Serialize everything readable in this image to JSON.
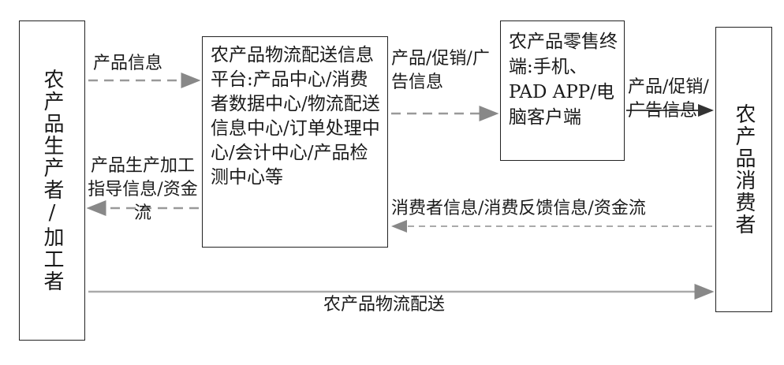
{
  "nodes": {
    "producer": "农产品生产者/加工者",
    "consumer": "农产品消费者",
    "platform": "农产品物流配送信息平台:产品中心/消费者数据中心/物流配送信息中心/订单处理中心/会计中心/产品检测中心等",
    "terminal": "农产品零售终端:手机、PAD APP/电脑客户端"
  },
  "edges": {
    "product_info": "产品信息",
    "production_guidance": "产品生产加工指导信息/资金流",
    "promo_info_to_terminal": "产品/促销/广告信息",
    "promo_info_to_consumer": "产品/促销/广告信息",
    "consumer_feedback": "消费者信息/消费反馈信息/资金流",
    "logistics": "农产品物流配送"
  }
}
